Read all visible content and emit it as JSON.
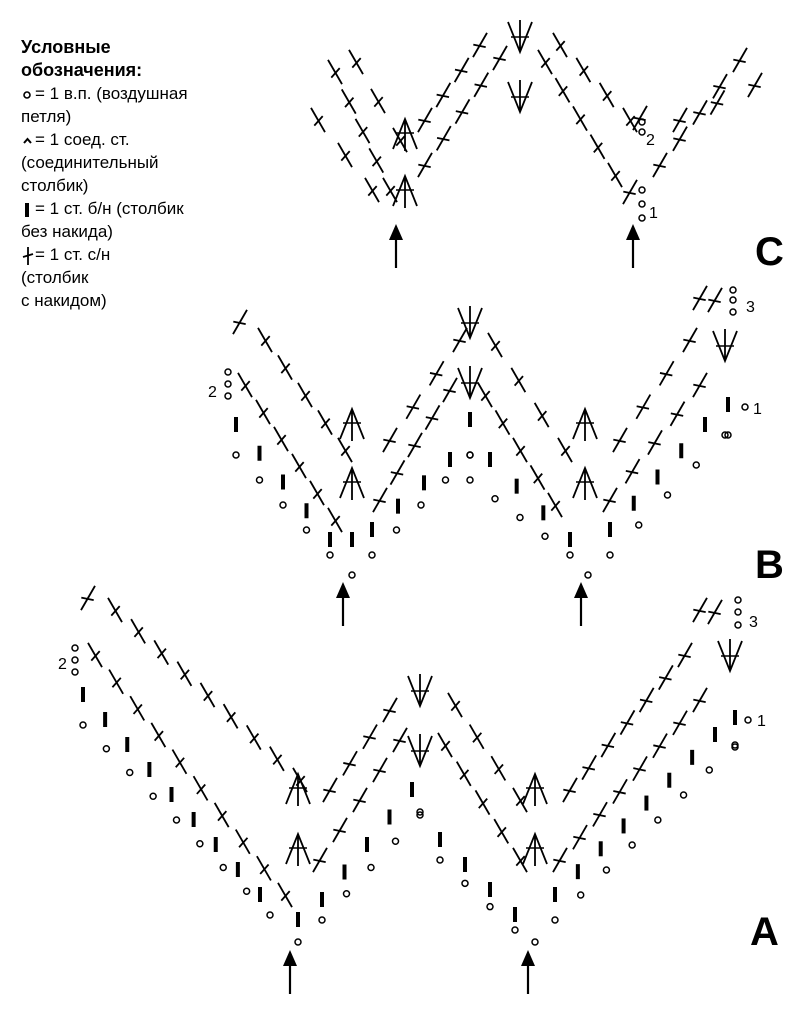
{
  "legend": {
    "title_line1": "Условные",
    "title_line2": "обозначения:",
    "items": [
      {
        "symbol": "chain-icon",
        "line1": "= 1 в.п. (воздушная",
        "line2": "петля)"
      },
      {
        "symbol": "slip-stitch-icon",
        "line1": "= 1 соед. ст.",
        "line2": "(соединительный",
        "line3": "столбик)"
      },
      {
        "symbol": "single-crochet-icon",
        "line1": "= 1 ст. б/н (столбик",
        "line2": "без накида)"
      },
      {
        "symbol": "double-crochet-icon",
        "line1": "= 1 ст. с/н",
        "line2": "(столбик",
        "line3": "с накидом)"
      }
    ]
  },
  "panels": [
    {
      "id": "C",
      "label": "C",
      "row_labels": [
        "1",
        "2"
      ]
    },
    {
      "id": "B",
      "label": "B",
      "row_labels": [
        "1",
        "2",
        "3"
      ]
    },
    {
      "id": "A",
      "label": "A",
      "row_labels": [
        "1",
        "2",
        "3"
      ]
    }
  ],
  "colors": {
    "ink": "#000000",
    "background": "#ffffff"
  }
}
